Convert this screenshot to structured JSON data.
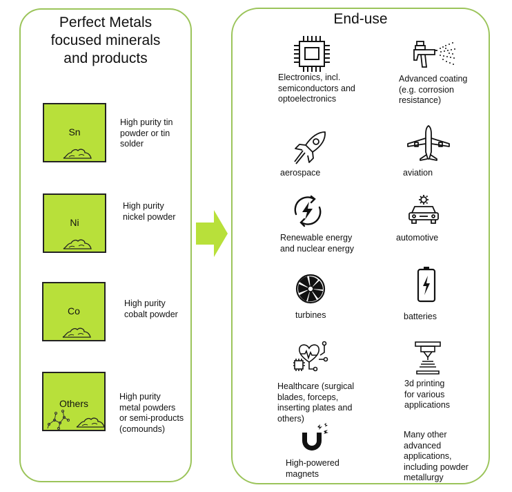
{
  "left": {
    "title": "Perfect Metals\nfocused minerals\nand products",
    "products": [
      {
        "symbol": "Sn",
        "description": "High purity tin\npowder or tin\nsolder"
      },
      {
        "symbol": "Ni",
        "description": "High purity\nnickel powder"
      },
      {
        "symbol": "Co",
        "description": "High purity\ncobalt powder"
      },
      {
        "symbol": "Others",
        "description": "High purity\nmetal powders\nor semi-products\n(comounds)"
      }
    ]
  },
  "right": {
    "title": "End-use",
    "items": [
      {
        "icon": "chip-icon",
        "label": "Electronics, incl.\nsemiconductors and\noptoelectronics"
      },
      {
        "icon": "spray-gun-icon",
        "label": "Advanced coating\n(e.g. corrosion\nresistance)"
      },
      {
        "icon": "rocket-icon",
        "label": "aerospace"
      },
      {
        "icon": "airplane-icon",
        "label": "aviation"
      },
      {
        "icon": "renewable-energy-icon",
        "label": "Renewable energy\nand nuclear energy"
      },
      {
        "icon": "car-icon",
        "label": "automotive"
      },
      {
        "icon": "turbine-icon",
        "label": "turbines"
      },
      {
        "icon": "battery-icon",
        "label": "batteries"
      },
      {
        "icon": "healthcare-icon",
        "label": "Healthcare (surgical\nblades, forceps,\ninserting plates and\nothers)"
      },
      {
        "icon": "3d-printer-icon",
        "label": "3d printing\nfor various\napplications"
      },
      {
        "icon": "magnet-icon",
        "label": "High-powered\nmagnets"
      },
      {
        "icon": "",
        "label": "Many other\nadvanced\napplications,\nincluding powder\nmetallurgy"
      }
    ]
  },
  "colors": {
    "accent": "#b8e03a",
    "border": "#9bc45a",
    "arrow": "#b8e03a"
  }
}
